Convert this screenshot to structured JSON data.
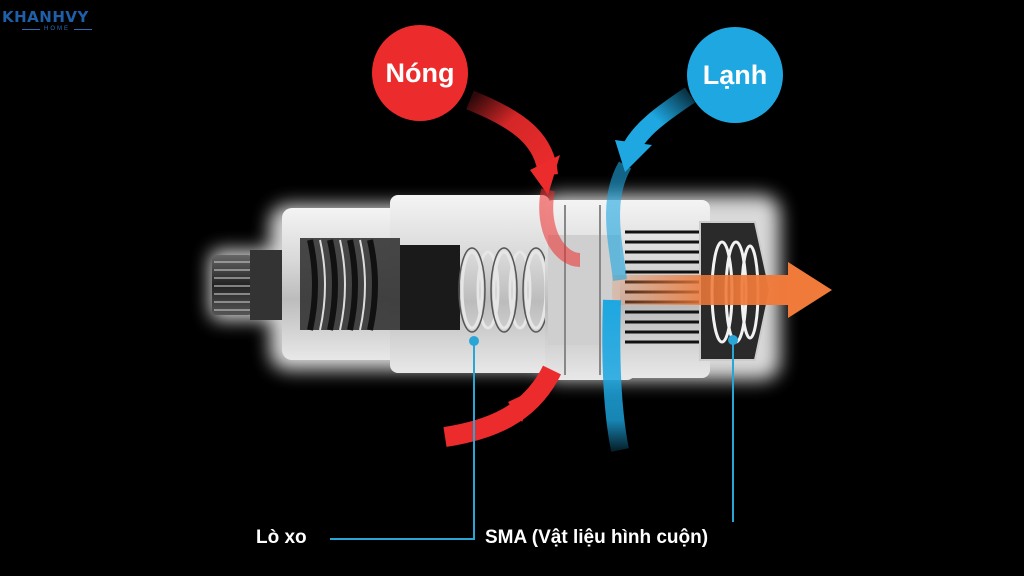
{
  "logo": {
    "brand": "KHANHVY",
    "sub": "HOME"
  },
  "bubbles": {
    "hot": {
      "text": "Nóng",
      "color": "#ec2b2c"
    },
    "cold": {
      "text": "Lạnh",
      "color": "#1ea7e1"
    }
  },
  "callouts": {
    "spring": {
      "text": "Lò xo"
    },
    "sma": {
      "text": "SMA (Vật liệu hình cuộn)"
    }
  },
  "colors": {
    "background": "#000000",
    "hot_flow": "#ec2b2c",
    "cold_flow": "#1ea7e1",
    "mixed_flow": "#f07a3a",
    "leader_line": "#2aa6d6"
  }
}
